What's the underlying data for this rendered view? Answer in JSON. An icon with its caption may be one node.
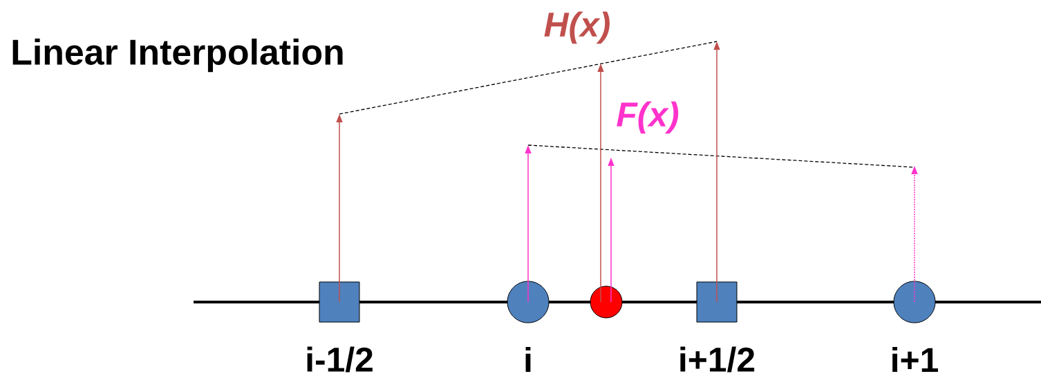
{
  "diagram": {
    "title": "Linear Interpolation",
    "nodes": [
      {
        "text": [],
        "shape": "box",
        "beside": [
          "i-1/2"
        ]
      },
      {
        "text": [],
        "shape": "circle",
        "beside": [
          "i"
        ]
      },
      {
        "text": [],
        "shape": "circle"
      },
      {
        "text": [],
        "shape": "box",
        "beside": [
          "i+1/2"
        ]
      },
      {
        "text": [],
        "shape": "circle",
        "beside": [
          "i+1"
        ]
      }
    ],
    "edges": [
      {
        "from": 0,
        "to": null,
        "arrow": "to",
        "color": "#c0504d"
      },
      {
        "from": 3,
        "to": null,
        "arrow": "to",
        "color": "#c0504d"
      },
      {
        "from": 2,
        "to": null,
        "arrow": "to",
        "color": "#c0504d"
      },
      {
        "from": 1,
        "to": null,
        "arrow": "to",
        "color": "#ff33cc"
      },
      {
        "from": 2,
        "to": null,
        "arrow": "to",
        "color": "#ff33cc"
      },
      {
        "from": 4,
        "to": null,
        "arrow": "to",
        "color": "#ff33cc",
        "style": "dashed"
      }
    ],
    "labels": [
      "H(x)",
      "F(x)"
    ]
  }
}
